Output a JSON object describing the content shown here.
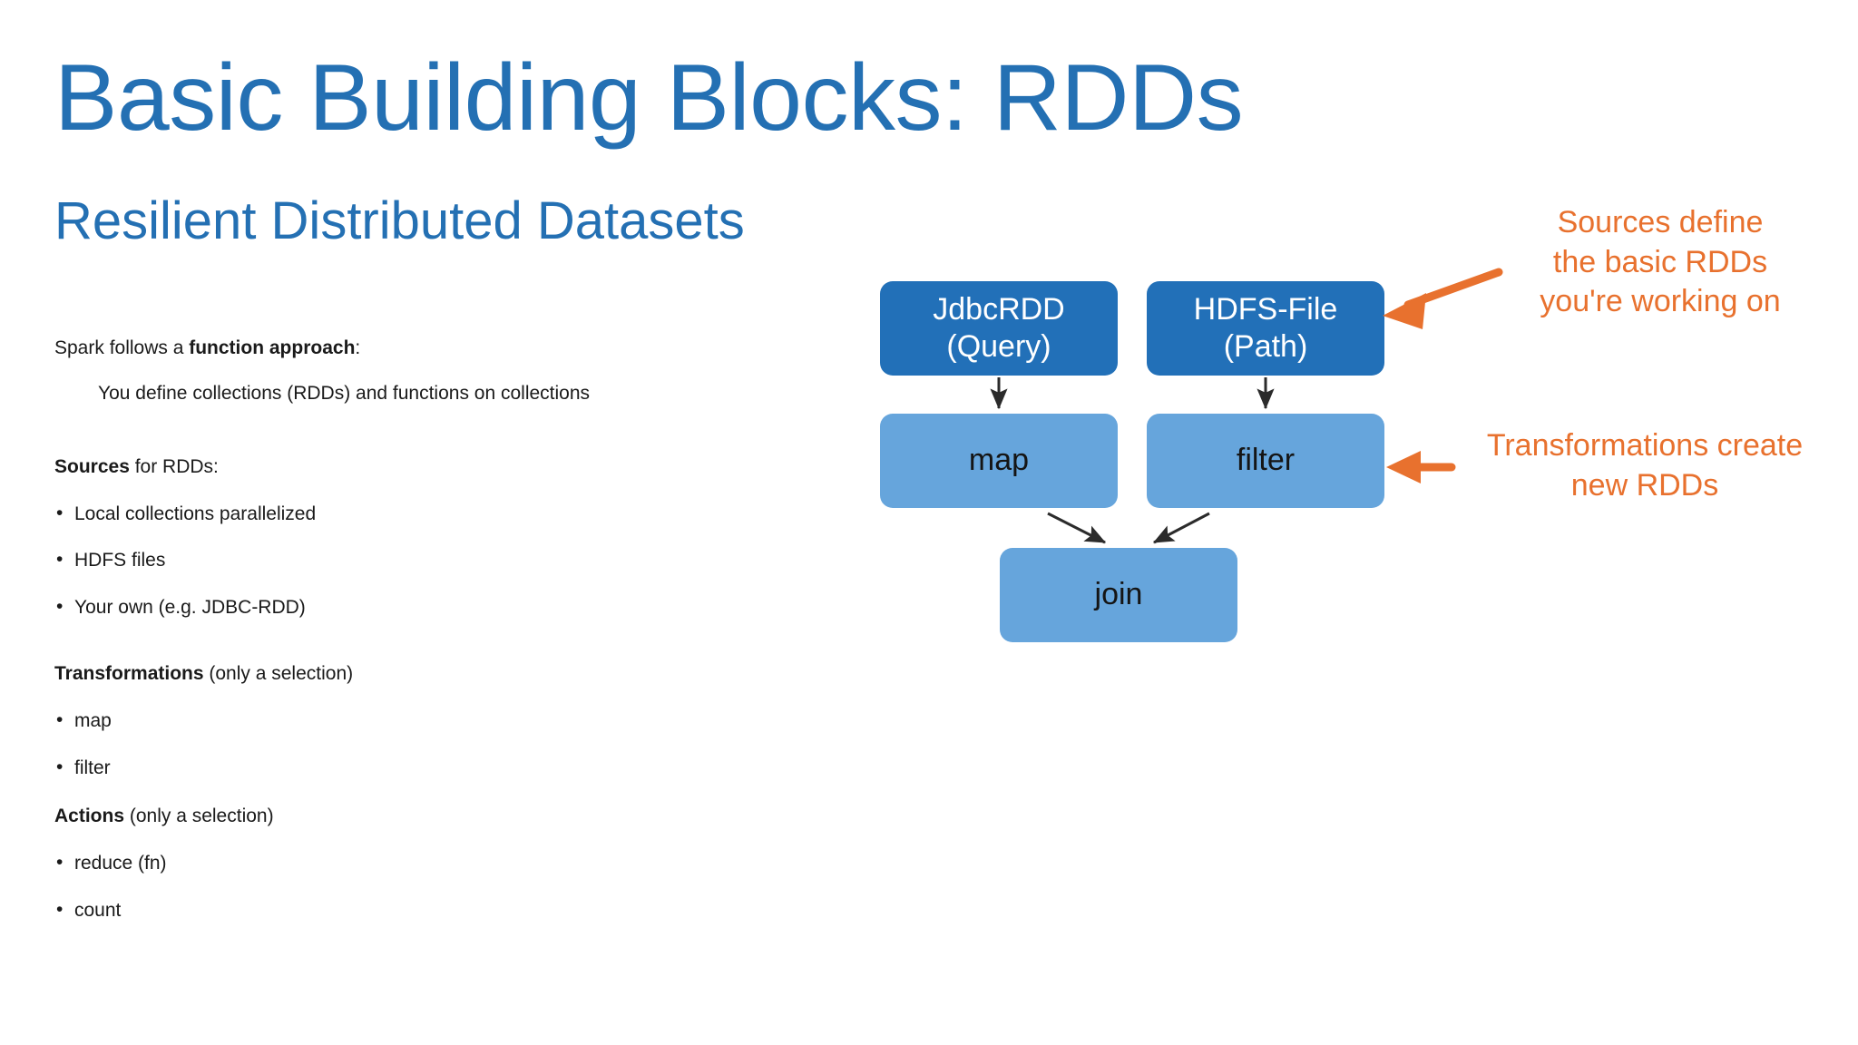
{
  "slide": {
    "title": "Basic Building Blocks: RDDs",
    "subtitle": "Resilient Distributed Datasets",
    "title_color": "#2470B3",
    "background_color": "#ffffff"
  },
  "body": {
    "intro": {
      "prefix": "Spark follows a ",
      "bold": "function approach",
      "suffix": ":"
    },
    "intro_detail": "You define collections (RDDs) and functions on collections",
    "sources": {
      "heading_bold": "Sources",
      "heading_rest": " for RDDs:",
      "items": [
        "Local collections parallelized",
        "HDFS files",
        "Your own (e.g. JDBC-RDD)"
      ]
    },
    "transformations": {
      "heading_bold": "Transformations",
      "heading_rest": " (only a selection)",
      "items": [
        "map",
        "filter"
      ]
    },
    "actions": {
      "heading_bold": "Actions",
      "heading_rest": " (only a selection)",
      "items": [
        "reduce (fn)",
        "count"
      ]
    }
  },
  "diagram": {
    "source_color": "#2270B8",
    "transform_color": "#66A5DC",
    "edge_color": "#2b2b2b",
    "nodes": {
      "jdbcrdd": "JdbcRDD\n(Query)",
      "hdfsfile": "HDFS-File\n(Path)",
      "map": "map",
      "filter": "filter",
      "join": "join"
    }
  },
  "annotations": {
    "color": "#E8712E",
    "sources": "Sources define\nthe basic RDDs\nyou're working on",
    "transformations": "Transformations create\nnew RDDs"
  }
}
